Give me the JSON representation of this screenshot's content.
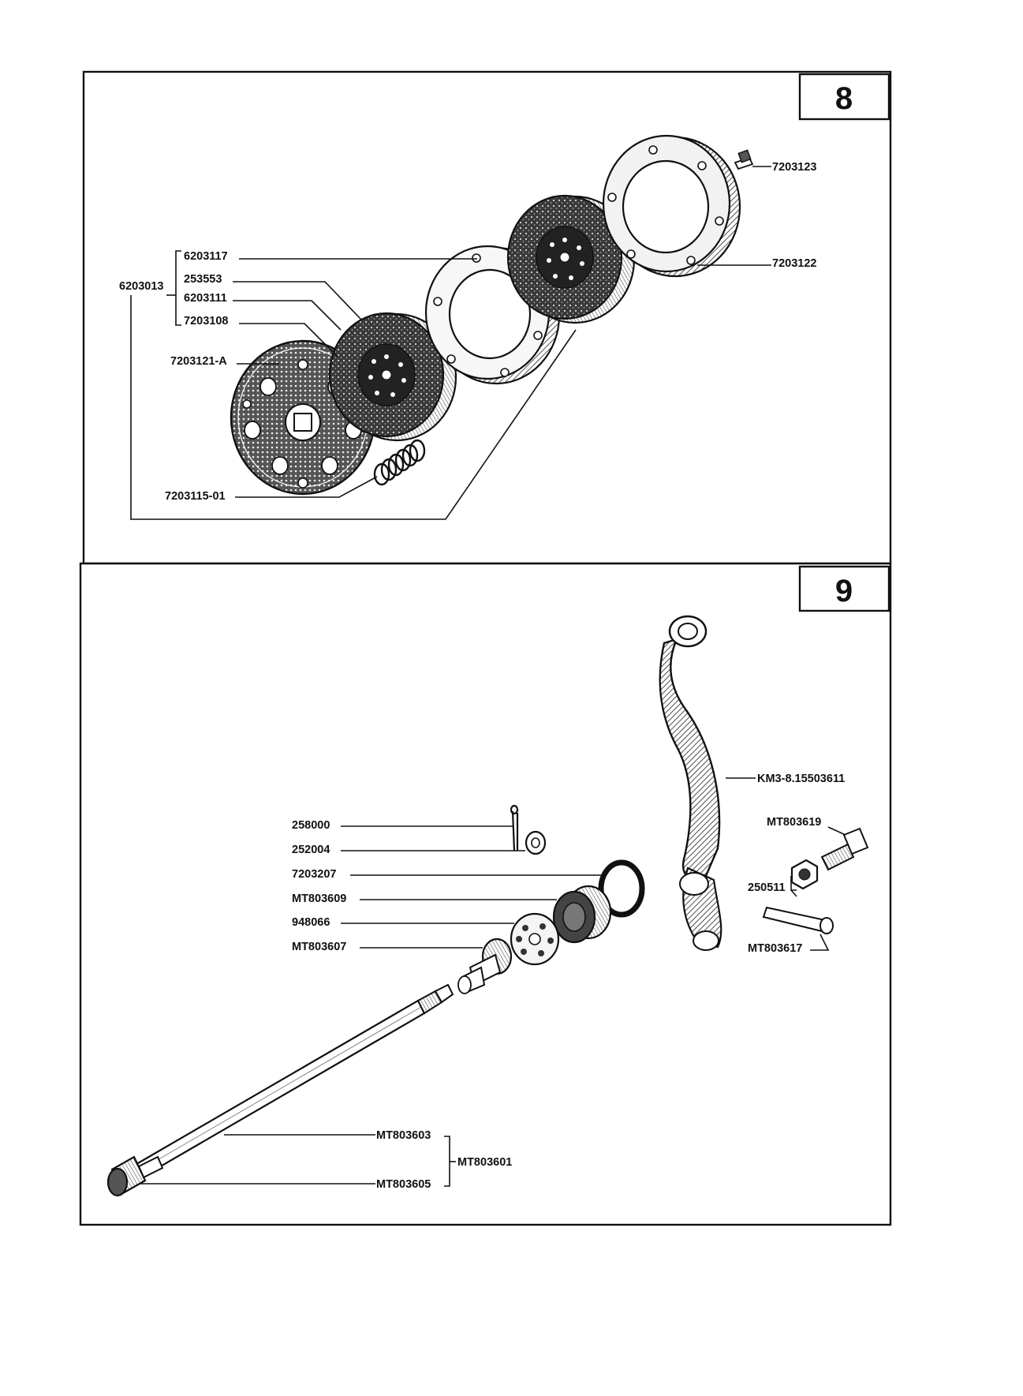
{
  "panels": {
    "top_number": "8",
    "bottom_number": "9"
  },
  "labels_8": {
    "p7203123": "7203123",
    "p7203122": "7203122",
    "p6203117": "6203117",
    "p6203013": "6203013",
    "p253553": "253553",
    "p6203111": "6203111",
    "p7203108": "7203108",
    "p7203121A": "7203121-A",
    "p7203115_01": "7203115-01"
  },
  "labels_9": {
    "pKM3": "KM3-8.15503611",
    "pMT803619": "MT803619",
    "p250511": "250511",
    "pMT803617": "MT803617",
    "p258000": "258000",
    "p252004": "252004",
    "p7203207": "7203207",
    "pMT803609": "MT803609",
    "p948066": "948066",
    "pMT803607": "MT803607",
    "pMT803603": "MT803603",
    "pMT803601": "MT803601",
    "pMT803605": "MT803605"
  }
}
